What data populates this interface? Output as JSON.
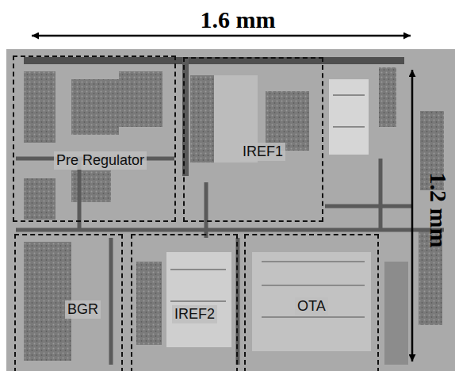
{
  "diagram": {
    "nodes": [
      {
        "text": [
          "Pre Regulator"
        ]
      },
      {
        "text": [
          "IREF1"
        ]
      },
      {
        "text": [
          "BGR"
        ]
      },
      {
        "text": [
          "IREF2"
        ]
      },
      {
        "text": [
          "OTA"
        ]
      }
    ],
    "labels": [
      "1.6 mm",
      "1.2 mm"
    ]
  }
}
